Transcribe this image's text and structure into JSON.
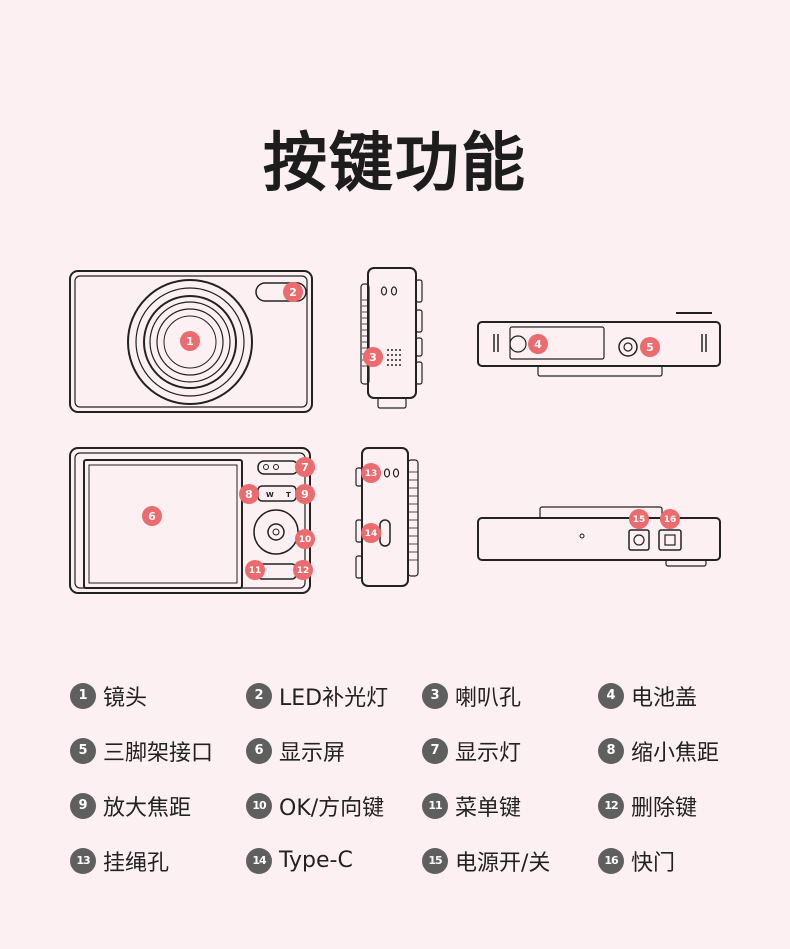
{
  "title": "按键功能",
  "badge_color": "#ec6b6e",
  "legend_badge_color": "#5f5f5f",
  "callouts": [
    "1",
    "2",
    "3",
    "4",
    "5",
    "6",
    "7",
    "8",
    "9",
    "10",
    "11",
    "12",
    "13",
    "14",
    "15",
    "16"
  ],
  "legend": [
    {
      "num": "1",
      "label": "镜头"
    },
    {
      "num": "2",
      "label": "LED补光灯"
    },
    {
      "num": "3",
      "label": "喇叭孔"
    },
    {
      "num": "4",
      "label": "电池盖"
    },
    {
      "num": "5",
      "label": "三脚架接口"
    },
    {
      "num": "6",
      "label": "显示屏"
    },
    {
      "num": "7",
      "label": "显示灯"
    },
    {
      "num": "8",
      "label": "缩小焦距"
    },
    {
      "num": "9",
      "label": "放大焦距"
    },
    {
      "num": "10",
      "label": "OK/方向键"
    },
    {
      "num": "11",
      "label": "菜单键"
    },
    {
      "num": "12",
      "label": "删除键"
    },
    {
      "num": "13",
      "label": "挂绳孔"
    },
    {
      "num": "14",
      "label": "Type-C"
    },
    {
      "num": "15",
      "label": "电源开/关"
    },
    {
      "num": "16",
      "label": "快门"
    }
  ],
  "button_marks": {
    "zoom_out": "W",
    "zoom_in": "T"
  }
}
